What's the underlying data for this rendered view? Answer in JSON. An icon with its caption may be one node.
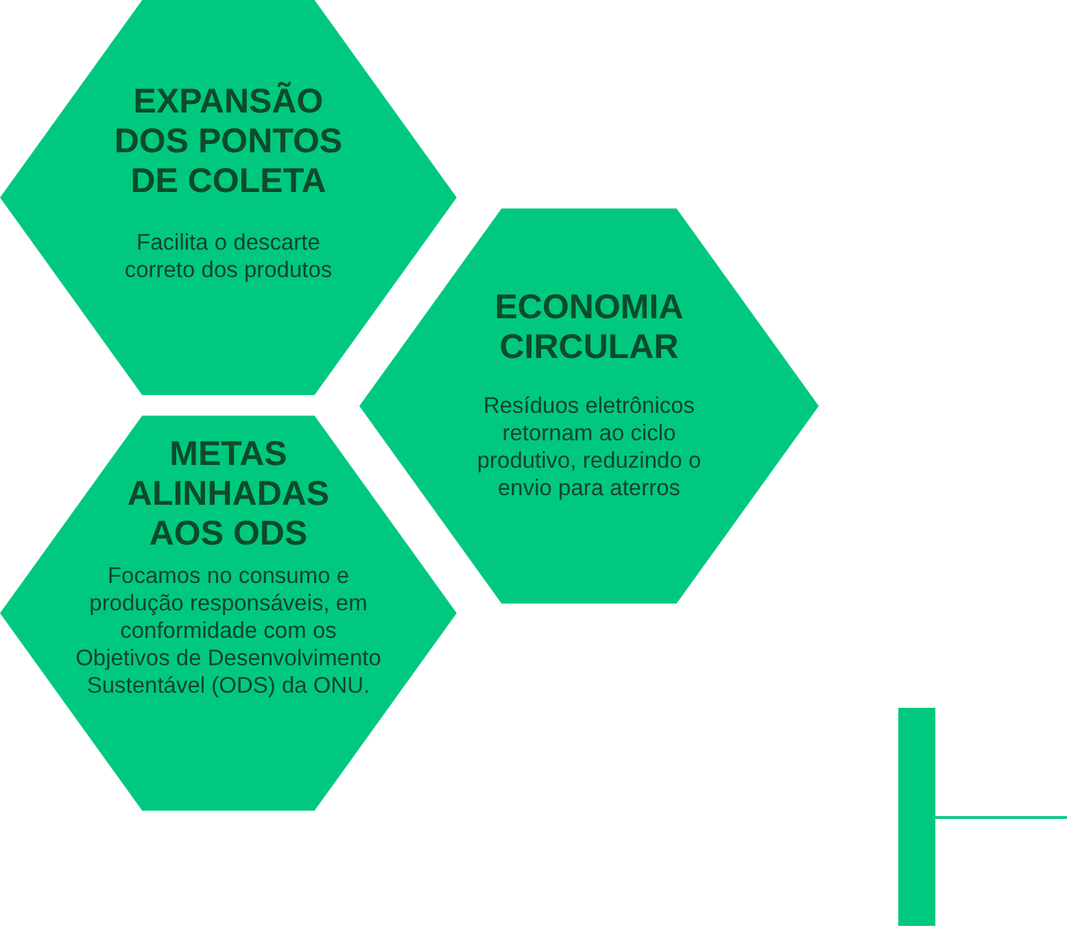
{
  "diagram": {
    "nodes": [
      {
        "text": [
          "EXPANSÃO DOS PONTOS DE COLETA",
          "Facilita o descarte correto dos produtos"
        ]
      },
      {
        "text": [
          "ECONOMIA CIRCULAR",
          "Resíduos eletrônicos retornam ao ciclo produtivo, reduzindo o envio para aterros"
        ]
      },
      {
        "text": [
          "METAS ALINHADAS AOS ODS",
          "Focamos no consumo e produção responsáveis, em conformidade com os Objetivos de Desenvolvimento Sustentável (ODS) da ONU."
        ]
      }
    ]
  }
}
